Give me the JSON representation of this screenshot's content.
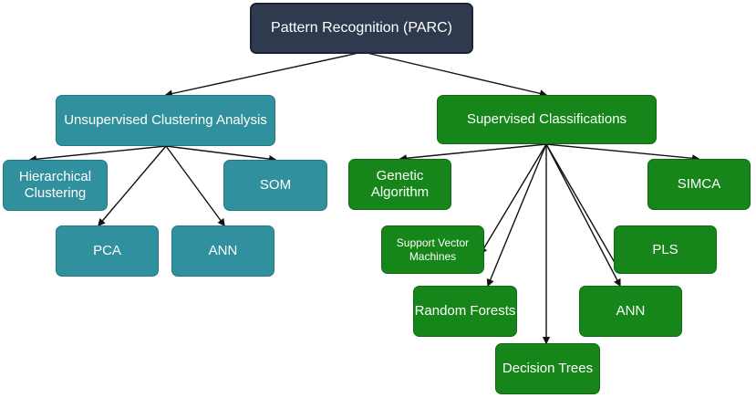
{
  "nodes": {
    "root": "Pattern Recognition (PARC)",
    "unsupervised": "Unsupervised Clustering Analysis",
    "hierarchical": "Hierarchical Clustering",
    "som": "SOM",
    "pca": "PCA",
    "ann_left": "ANN",
    "supervised": "Supervised Classifications",
    "genetic": "Genetic Algorithm",
    "simca": "SIMCA",
    "svm": "Support Vector Machines",
    "pls": "PLS",
    "random_forests": "Random Forests",
    "ann_right": "ANN",
    "decision_trees": "Decision Trees"
  },
  "colors": {
    "root": "#2f3a4f",
    "unsupervised_group": "#31909d",
    "supervised_group": "#16861a",
    "edge": "#111111"
  }
}
